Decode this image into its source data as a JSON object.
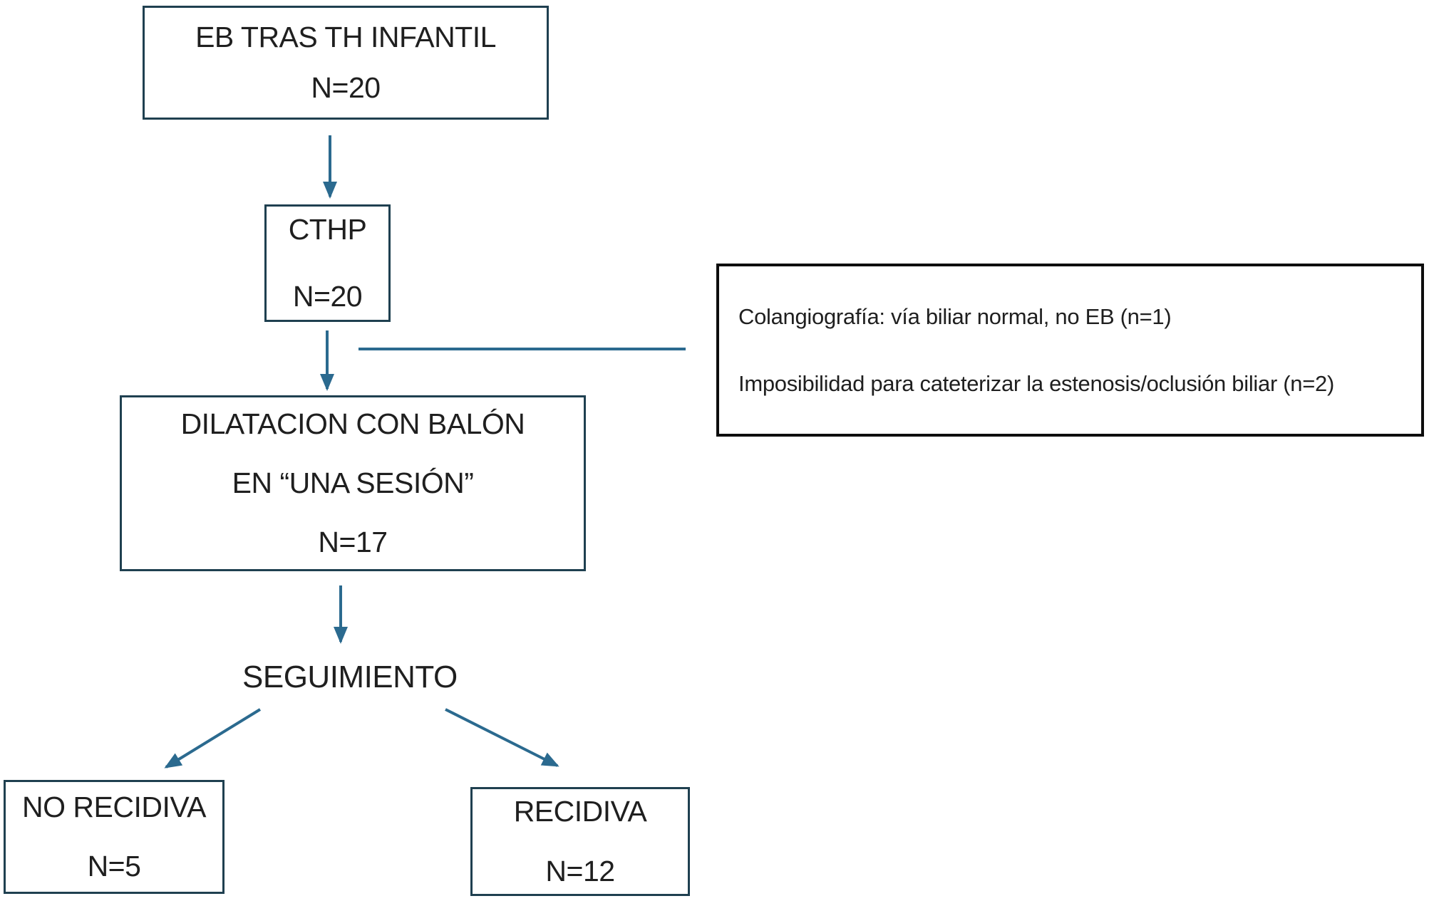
{
  "diagram": {
    "nodes": {
      "root": {
        "label": "EB TRAS TH INFANTIL",
        "count": "N=20"
      },
      "cthp": {
        "label": "CTHP",
        "count": "N=20"
      },
      "dilatacion": {
        "line1": "DILATACION CON BALÓN",
        "line2": "EN “UNA SESIÓN”",
        "count": "N=17"
      },
      "seguimiento": {
        "label": "SEGUIMIENTO"
      },
      "no_recidiva": {
        "label": "NO RECIDIVA",
        "count": "N=5"
      },
      "recidiva": {
        "label": "RECIDIVA",
        "count": "N=12"
      }
    },
    "annotation": {
      "line1": "Colangiografía: vía biliar normal, no EB (n=1)",
      "line2": "Imposibilidad para cateterizar la estenosis/oclusión biliar (n=2)"
    },
    "colors": {
      "box_border": "#1f4050",
      "annotation_border": "#0d0d0d",
      "connector": "#2b6a8f",
      "text": "#1f1f1f"
    }
  }
}
